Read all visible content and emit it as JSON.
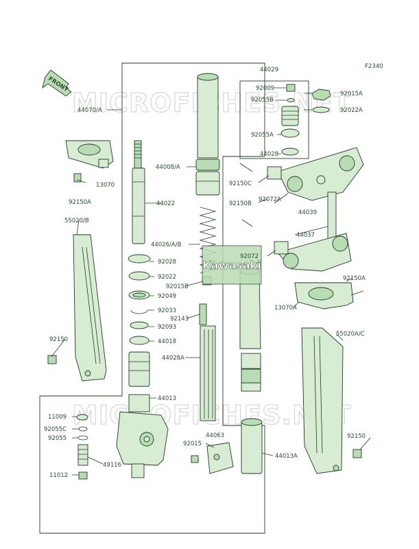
{
  "figure_code": "F2340",
  "front_marker": "FRONT",
  "watermark": "MICROFICHES.NET",
  "logo_text": "Kawasaki",
  "labels": [
    {
      "id": "44029",
      "text": "44029"
    },
    {
      "id": "44070A",
      "text": "44070/A"
    },
    {
      "id": "92009",
      "text": "92009"
    },
    {
      "id": "92055B",
      "text": "92055B"
    },
    {
      "id": "92055A",
      "text": "92055A"
    },
    {
      "id": "44028",
      "text": "44028"
    },
    {
      "id": "92015A",
      "text": "92015A"
    },
    {
      "id": "92022A",
      "text": "92022A"
    },
    {
      "id": "13070",
      "text": "13070"
    },
    {
      "id": "92150A_top",
      "text": "92150A"
    },
    {
      "id": "44008A",
      "text": "44008/A"
    },
    {
      "id": "92150C",
      "text": "92150C"
    },
    {
      "id": "92072A",
      "text": "92072A"
    },
    {
      "id": "92150B",
      "text": "92150B"
    },
    {
      "id": "44039",
      "text": "44039"
    },
    {
      "id": "44022",
      "text": "44022"
    },
    {
      "id": "55020B",
      "text": "55020/B"
    },
    {
      "id": "44026AB",
      "text": "44026/A/B"
    },
    {
      "id": "44037",
      "text": "44037"
    },
    {
      "id": "92028",
      "text": "92028"
    },
    {
      "id": "92072",
      "text": "92072"
    },
    {
      "id": "92022",
      "text": "92022"
    },
    {
      "id": "92015B",
      "text": "92015B"
    },
    {
      "id": "92150A_right",
      "text": "92150A"
    },
    {
      "id": "92049",
      "text": "92049"
    },
    {
      "id": "13070A",
      "text": "13070A"
    },
    {
      "id": "92033",
      "text": "92033"
    },
    {
      "id": "92143",
      "text": "92143"
    },
    {
      "id": "92093",
      "text": "92093"
    },
    {
      "id": "44018",
      "text": "44018"
    },
    {
      "id": "55020AC",
      "text": "55020A/C"
    },
    {
      "id": "92150_left",
      "text": "92150"
    },
    {
      "id": "44028A",
      "text": "44028A"
    },
    {
      "id": "44013",
      "text": "44013"
    },
    {
      "id": "11009",
      "text": "11009"
    },
    {
      "id": "92055C",
      "text": "92055C"
    },
    {
      "id": "92055",
      "text": "92055"
    },
    {
      "id": "92150_right",
      "text": "92150"
    },
    {
      "id": "44063",
      "text": "44063"
    },
    {
      "id": "92015",
      "text": "92015"
    },
    {
      "id": "44013A",
      "text": "44013A"
    },
    {
      "id": "49116",
      "text": "49116"
    },
    {
      "id": "11012",
      "text": "11012"
    }
  ]
}
